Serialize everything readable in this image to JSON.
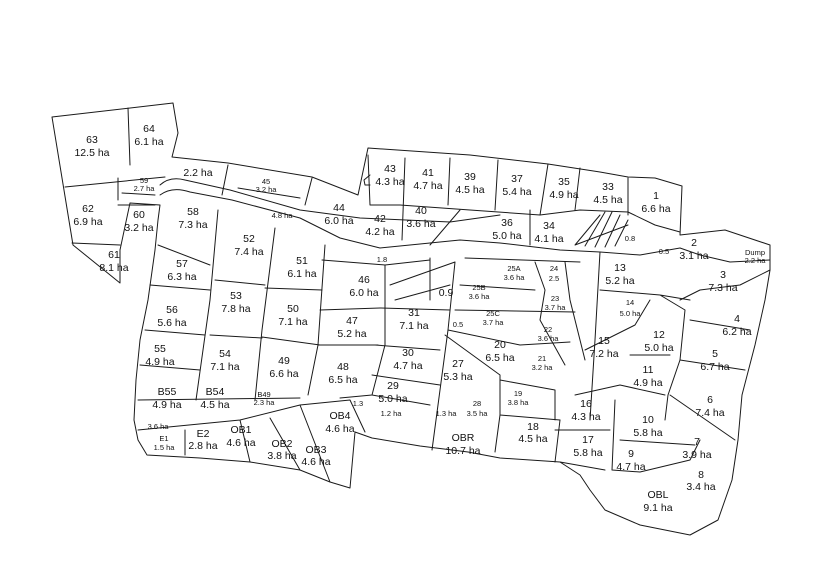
{
  "map": {
    "colors": {
      "line": "#1a1a1a",
      "background": "#ffffff",
      "text": "#111111"
    },
    "parcels": [
      {
        "id": "63",
        "area": "12.5 ha"
      },
      {
        "id": "64",
        "area": "6.1 ha"
      },
      {
        "id": "62",
        "area": "6.9 ha"
      },
      {
        "id": "59",
        "area": "2.7 ha"
      },
      {
        "id": "60",
        "area": "3.2 ha"
      },
      {
        "id": "61",
        "area": "8.1 ha"
      },
      {
        "id": "",
        "area": "2.2 ha"
      },
      {
        "id": "45",
        "area": "3.2 ha"
      },
      {
        "id": "",
        "area": "4.8 ha"
      },
      {
        "id": "58",
        "area": "7.3 ha"
      },
      {
        "id": "57",
        "area": "6.3 ha"
      },
      {
        "id": "56",
        "area": "5.6 ha"
      },
      {
        "id": "55",
        "area": "4.9 ha"
      },
      {
        "id": "B55",
        "area": "4.9 ha"
      },
      {
        "id": "52",
        "area": "7.4 ha"
      },
      {
        "id": "53",
        "area": "7.8 ha"
      },
      {
        "id": "54",
        "area": "7.1 ha"
      },
      {
        "id": "B54",
        "area": "4.5 ha"
      },
      {
        "id": "51",
        "area": "6.1 ha"
      },
      {
        "id": "50",
        "area": "7.1 ha"
      },
      {
        "id": "49",
        "area": "6.6 ha"
      },
      {
        "id": "B49",
        "area": "2.3 ha"
      },
      {
        "id": "44",
        "area": "6.0 ha"
      },
      {
        "id": "46",
        "area": "6.0 ha"
      },
      {
        "id": "47",
        "area": "5.2 ha"
      },
      {
        "id": "48",
        "area": "6.5 ha"
      },
      {
        "id": "43",
        "area": "4.3 ha"
      },
      {
        "id": "42",
        "area": "4.2 ha"
      },
      {
        "id": "41",
        "area": "4.7 ha"
      },
      {
        "id": "40",
        "area": "3.6 ha"
      },
      {
        "id": "39",
        "area": "4.5 ha"
      },
      {
        "id": "37",
        "area": "5.4 ha"
      },
      {
        "id": "35",
        "area": "4.9 ha"
      },
      {
        "id": "33",
        "area": "4.5 ha"
      },
      {
        "id": "36",
        "area": "5.0 ha"
      },
      {
        "id": "34",
        "area": "4.1 ha"
      },
      {
        "id": "1",
        "area": "6.6 ha"
      },
      {
        "id": "",
        "area": "0.8"
      },
      {
        "id": "",
        "area": "0.5"
      },
      {
        "id": "2",
        "area": "3.1 ha"
      },
      {
        "id": "Dump",
        "area": "2.2 ha"
      },
      {
        "id": "",
        "area": "1.8"
      },
      {
        "id": "",
        "area": "0.9"
      },
      {
        "id": "",
        "area": "0.5"
      },
      {
        "id": "31",
        "area": "7.1 ha"
      },
      {
        "id": "30",
        "area": "4.7 ha"
      },
      {
        "id": "29",
        "area": "5.0 ha"
      },
      {
        "id": "25A",
        "area": "3.6 ha"
      },
      {
        "id": "25B",
        "area": "3.6 ha"
      },
      {
        "id": "25C",
        "area": "3.7 ha"
      },
      {
        "id": "24",
        "area": "2.5"
      },
      {
        "id": "23",
        "area": "3.7 ha"
      },
      {
        "id": "22",
        "area": "3.6 ha"
      },
      {
        "id": "21",
        "area": "3.2 ha"
      },
      {
        "id": "20",
        "area": "6.5 ha"
      },
      {
        "id": "27",
        "area": "5.3 ha"
      },
      {
        "id": "13",
        "area": "5.2 ha"
      },
      {
        "id": "14",
        "area": "5.0 ha"
      },
      {
        "id": "15",
        "area": "7.2 ha"
      },
      {
        "id": "12",
        "area": "5.0 ha"
      },
      {
        "id": "11",
        "area": "4.9 ha"
      },
      {
        "id": "3",
        "area": "7.3 ha"
      },
      {
        "id": "4",
        "area": "6.2 ha"
      },
      {
        "id": "5",
        "area": "6.7 ha"
      },
      {
        "id": "6",
        "area": "7.4 ha"
      },
      {
        "id": "10",
        "area": "5.8 ha"
      },
      {
        "id": "7",
        "area": "3.9 ha"
      },
      {
        "id": "9",
        "area": "4.7 ha"
      },
      {
        "id": "8",
        "area": "3.4 ha"
      },
      {
        "id": "16",
        "area": "4.3 ha"
      },
      {
        "id": "17",
        "area": "5.8 ha"
      },
      {
        "id": "19",
        "area": "3.8 ha"
      },
      {
        "id": "18",
        "area": "4.5 ha"
      },
      {
        "id": "28",
        "area": "3.5 ha"
      },
      {
        "id": "",
        "area": "1.3 ha"
      },
      {
        "id": "",
        "area": "1.2 ha"
      },
      {
        "id": "OBR",
        "area": "10.7 ha"
      },
      {
        "id": "OBL",
        "area": "9.1 ha"
      },
      {
        "id": "OB4",
        "area": "4.6 ha"
      },
      {
        "id": "",
        "area": "1.3"
      },
      {
        "id": "OB1",
        "area": "4.6 ha"
      },
      {
        "id": "OB2",
        "area": "3.8 ha"
      },
      {
        "id": "OB3",
        "area": "4.6 ha"
      },
      {
        "id": "E2",
        "area": "2.8 ha"
      },
      {
        "id": "E1",
        "area": "1.5 ha"
      },
      {
        "id": "",
        "area": "3.6 ha"
      }
    ]
  }
}
